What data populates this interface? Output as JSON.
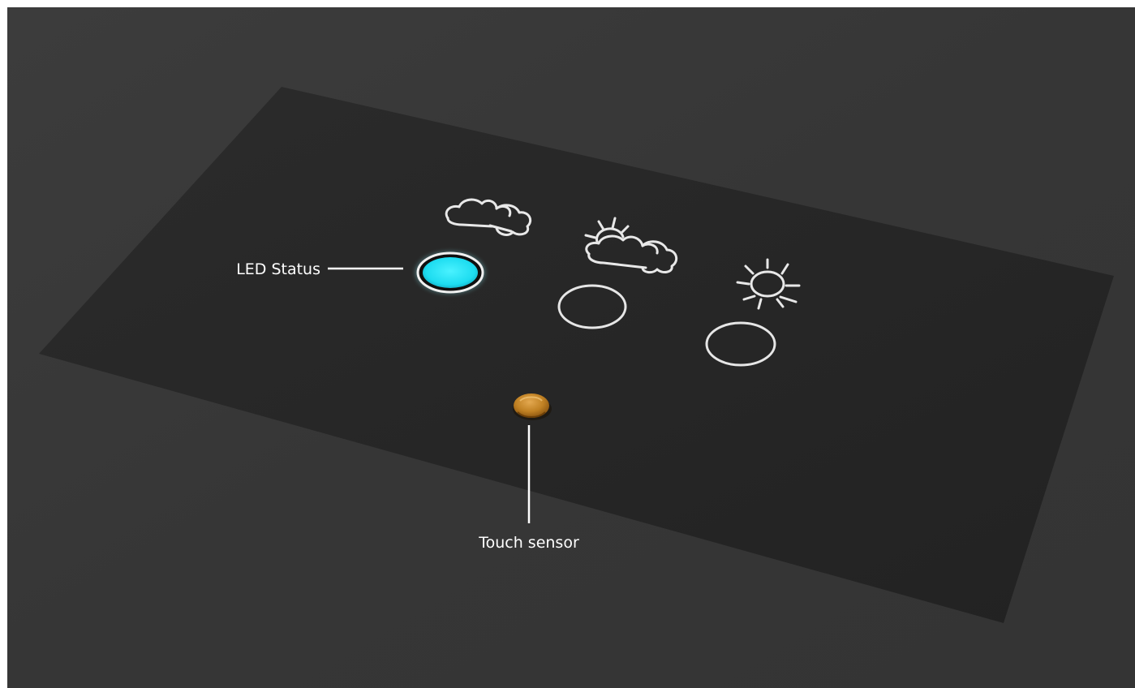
{
  "labels": {
    "led_status": "LED Status",
    "touch_sensor": "Touch sensor"
  },
  "icons": {
    "cloudy": "cloud-icon",
    "partly_cloudy": "sun-behind-cloud-icon",
    "sunny": "sun-icon",
    "sensor": "touch-sensor-icon"
  },
  "leds": [
    {
      "state": "on",
      "color": "#22e6f5"
    },
    {
      "state": "off"
    },
    {
      "state": "off"
    }
  ],
  "colors": {
    "background": "#3b3b3b",
    "panel": "#262626",
    "led_on": "#22e6f5",
    "outline": "#e6e6e6",
    "sensor": "#c88a2a"
  }
}
